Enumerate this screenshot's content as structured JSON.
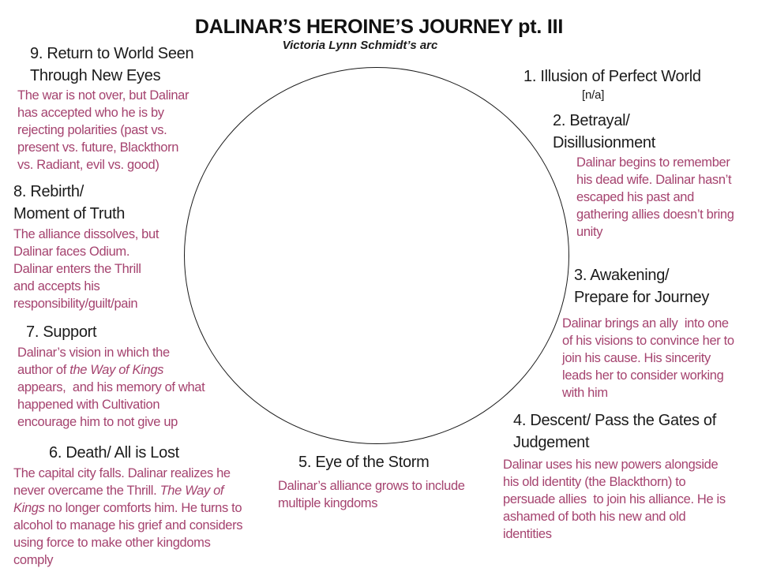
{
  "slide": {
    "title": "DALINAR’S HEROINE’S JOURNEY pt. III",
    "subtitle": "Victoria Lynn Schmidt’s arc"
  },
  "colors": {
    "background": "#ffffff",
    "stage_title": "#1b1b1b",
    "description_accent": "#a5436f",
    "circle_stroke": "#1a1a1a"
  },
  "diagram": {
    "shape": "circle",
    "description": "large empty circle at slide center with nine journey stages arranged clockwise around it"
  },
  "stages": [
    {
      "number": 1,
      "title": "1. Illusion of Perfect World",
      "desc": [
        {
          "text": "[n/a]"
        }
      ]
    },
    {
      "number": 2,
      "title": "2. Betrayal/\nDisillusionment",
      "desc": [
        {
          "text": "Dalinar begins to remember\nhis dead wife. Dalinar hasn’t\nescaped his past and\ngathering allies doesn’t bring\nunity"
        }
      ]
    },
    {
      "number": 3,
      "title": "3. Awakening/\nPrepare for Journey",
      "desc": [
        {
          "text": "Dalinar brings an ally  into one\nof his visions to convince her to\njoin his cause. His sincerity\nleads her to consider working\nwith him"
        }
      ]
    },
    {
      "number": 4,
      "title": "4. Descent/ Pass the Gates of\nJudgement",
      "desc": [
        {
          "text": "Dalinar uses his new powers alongside\nhis old identity (the Blackthorn) to\npersuade allies  to join his alliance. He is\nashamed of both his new and old\nidentities"
        }
      ]
    },
    {
      "number": 5,
      "title": "5. Eye of the Storm",
      "desc": [
        {
          "text": "Dalinar’s alliance grows to include\nmultiple kingdoms"
        }
      ]
    },
    {
      "number": 6,
      "title": "6. Death/ All is Lost",
      "desc": [
        {
          "text": "The capital city falls. Dalinar realizes he\nnever overcame the Thrill. "
        },
        {
          "text": "The Way of\nKings",
          "italic": true
        },
        {
          "text": " no longer comforts him. He turns to\nalcohol to manage his grief and considers\nusing force to make other kingdoms\ncomply"
        }
      ]
    },
    {
      "number": 7,
      "title": "7. Support",
      "desc": [
        {
          "text": "Dalinar’s vision in which the\nauthor of "
        },
        {
          "text": "the Way of Kings",
          "italic": true
        },
        {
          "text": "\nappears,  and his memory of what\nhappened with Cultivation\nencourage him to not give up"
        }
      ]
    },
    {
      "number": 8,
      "title": "8. Rebirth/\nMoment of Truth",
      "desc": [
        {
          "text": "The alliance dissolves, but\nDalinar faces Odium.\nDalinar enters the Thrill\nand accepts his\nresponsibility/guilt/pain"
        }
      ]
    },
    {
      "number": 9,
      "title": "9. Return to World Seen\nThrough New Eyes",
      "desc": [
        {
          "text": "The war is not over, but Dalinar\nhas accepted who he is by\nrejecting polarities (past vs.\npresent vs. future, Blackthorn\nvs. Radiant, evil vs. good)"
        }
      ]
    }
  ]
}
